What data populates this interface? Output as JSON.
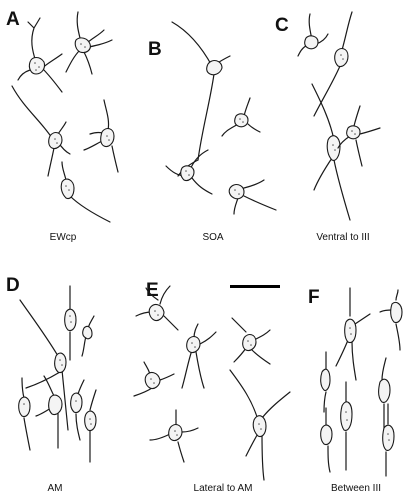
{
  "figure": {
    "panels": [
      {
        "id": "A",
        "letter": "A",
        "caption": "EWcp"
      },
      {
        "id": "B",
        "letter": "B",
        "caption": "SOA"
      },
      {
        "id": "C",
        "letter": "C",
        "caption": "Ventral to III"
      },
      {
        "id": "D",
        "letter": "D",
        "caption": "AM"
      },
      {
        "id": "E",
        "letter": "E",
        "caption": "Lateral to AM"
      },
      {
        "id": "F",
        "letter": "F",
        "caption": "Between III"
      }
    ],
    "scale_bar": {
      "shown": true
    }
  },
  "colors": {
    "ink": "#1a1a1a",
    "soma_fill": "#f4f4f4",
    "background": "#ffffff"
  }
}
